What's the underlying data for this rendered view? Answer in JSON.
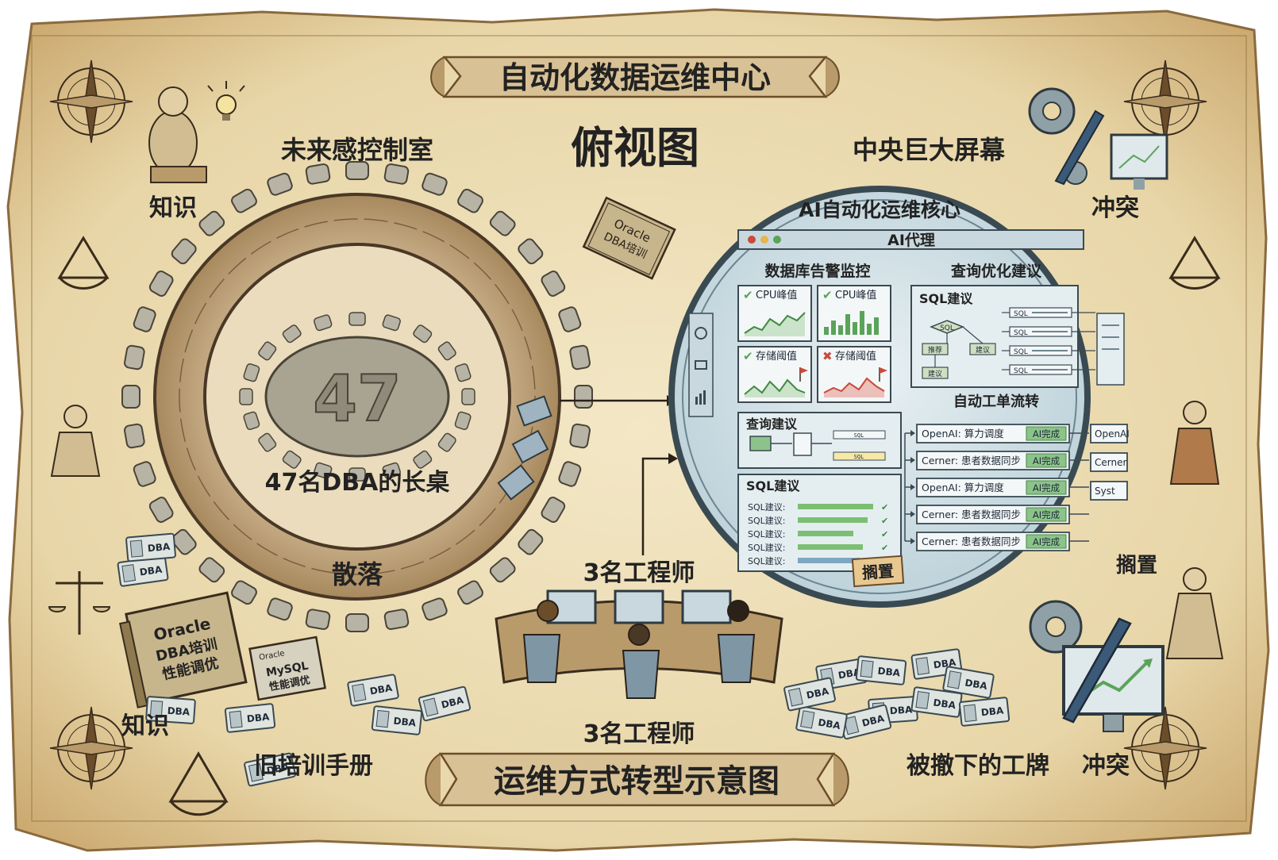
{
  "banner_title": "自动化数据运维中心",
  "banner_bottom": "运维方式转型示意图",
  "heading_topview": "俯视图",
  "label_control_room": "未来感控制室",
  "label_big_screen": "中央巨大屏幕",
  "label_knowledge": "知识",
  "label_conflict": "冲突",
  "label_scattered": "散落",
  "label_shelved": "搁置",
  "label_old_manual": "旧培训手册",
  "label_removed_badges": "被撤下的工牌",
  "label_engineers": "3名工程师",
  "table_number": "47",
  "table_caption": "47名DBA的长桌",
  "book_small": {
    "line1": "Oracle",
    "line2": "DBA培训"
  },
  "book_large": {
    "line1": "Oracle",
    "line2": "DBA培训",
    "line3": "性能调优"
  },
  "book_mysql": {
    "tag": "Oracle",
    "line1": "MySQL",
    "line2": "性能调优"
  },
  "badge_text": "DBA",
  "screen": {
    "core_title": "AI自动化运维核心",
    "window_title": "AI代理",
    "section_db_alert": "数据库告警监控",
    "section_query_opt": "查询优化建议",
    "cards": [
      {
        "title": "CPU峰值",
        "status": "ok"
      },
      {
        "title": "CPU峰值",
        "status": "ok"
      },
      {
        "title": "存储阈值",
        "status": "ok"
      },
      {
        "title": "存储阈值",
        "status": "fail"
      }
    ],
    "sql_advice_title": "SQL建议",
    "sql_flow_nodes": [
      "SQL",
      "建议",
      "推荐",
      "建议"
    ],
    "sql_list_label": "SQL",
    "query_advice_title": "查询建议",
    "query_flow_flags": [
      "SQL",
      "SQL"
    ],
    "sql_suggest_title": "SQL建议",
    "sql_suggest_row": "SQL建议:",
    "sql_suggest_count": 5,
    "workflow_title": "自动工单流转",
    "workflow_rows": [
      {
        "label": "OpenAI: 算力调度",
        "badge": "AI完成"
      },
      {
        "label": "Cerner: 患者数据同步",
        "badge": "AI完成"
      },
      {
        "label": "OpenAI: 算力调度",
        "badge": "AI完成"
      },
      {
        "label": "Cerner: 患者数据同步",
        "badge": "AI完成"
      },
      {
        "label": "Cerner: 患者数据同步",
        "badge": "AI完成"
      }
    ],
    "workflow_right": [
      "OpenAI",
      "Cerner",
      "Syst"
    ],
    "stamp": "搁置"
  },
  "colors": {
    "parchment": "#eedfb8",
    "ink": "#2a2118",
    "table_ring": "#c9b08a",
    "screen_bg": "#dbe7ec",
    "accent_green": "#5aa35a",
    "accent_red": "#c94a3a"
  },
  "icons": [
    "compass-rose-icon",
    "lightbulb-icon",
    "gear-icon",
    "pen-icon",
    "monitor-icon",
    "sextant-icon",
    "scale-icon"
  ]
}
